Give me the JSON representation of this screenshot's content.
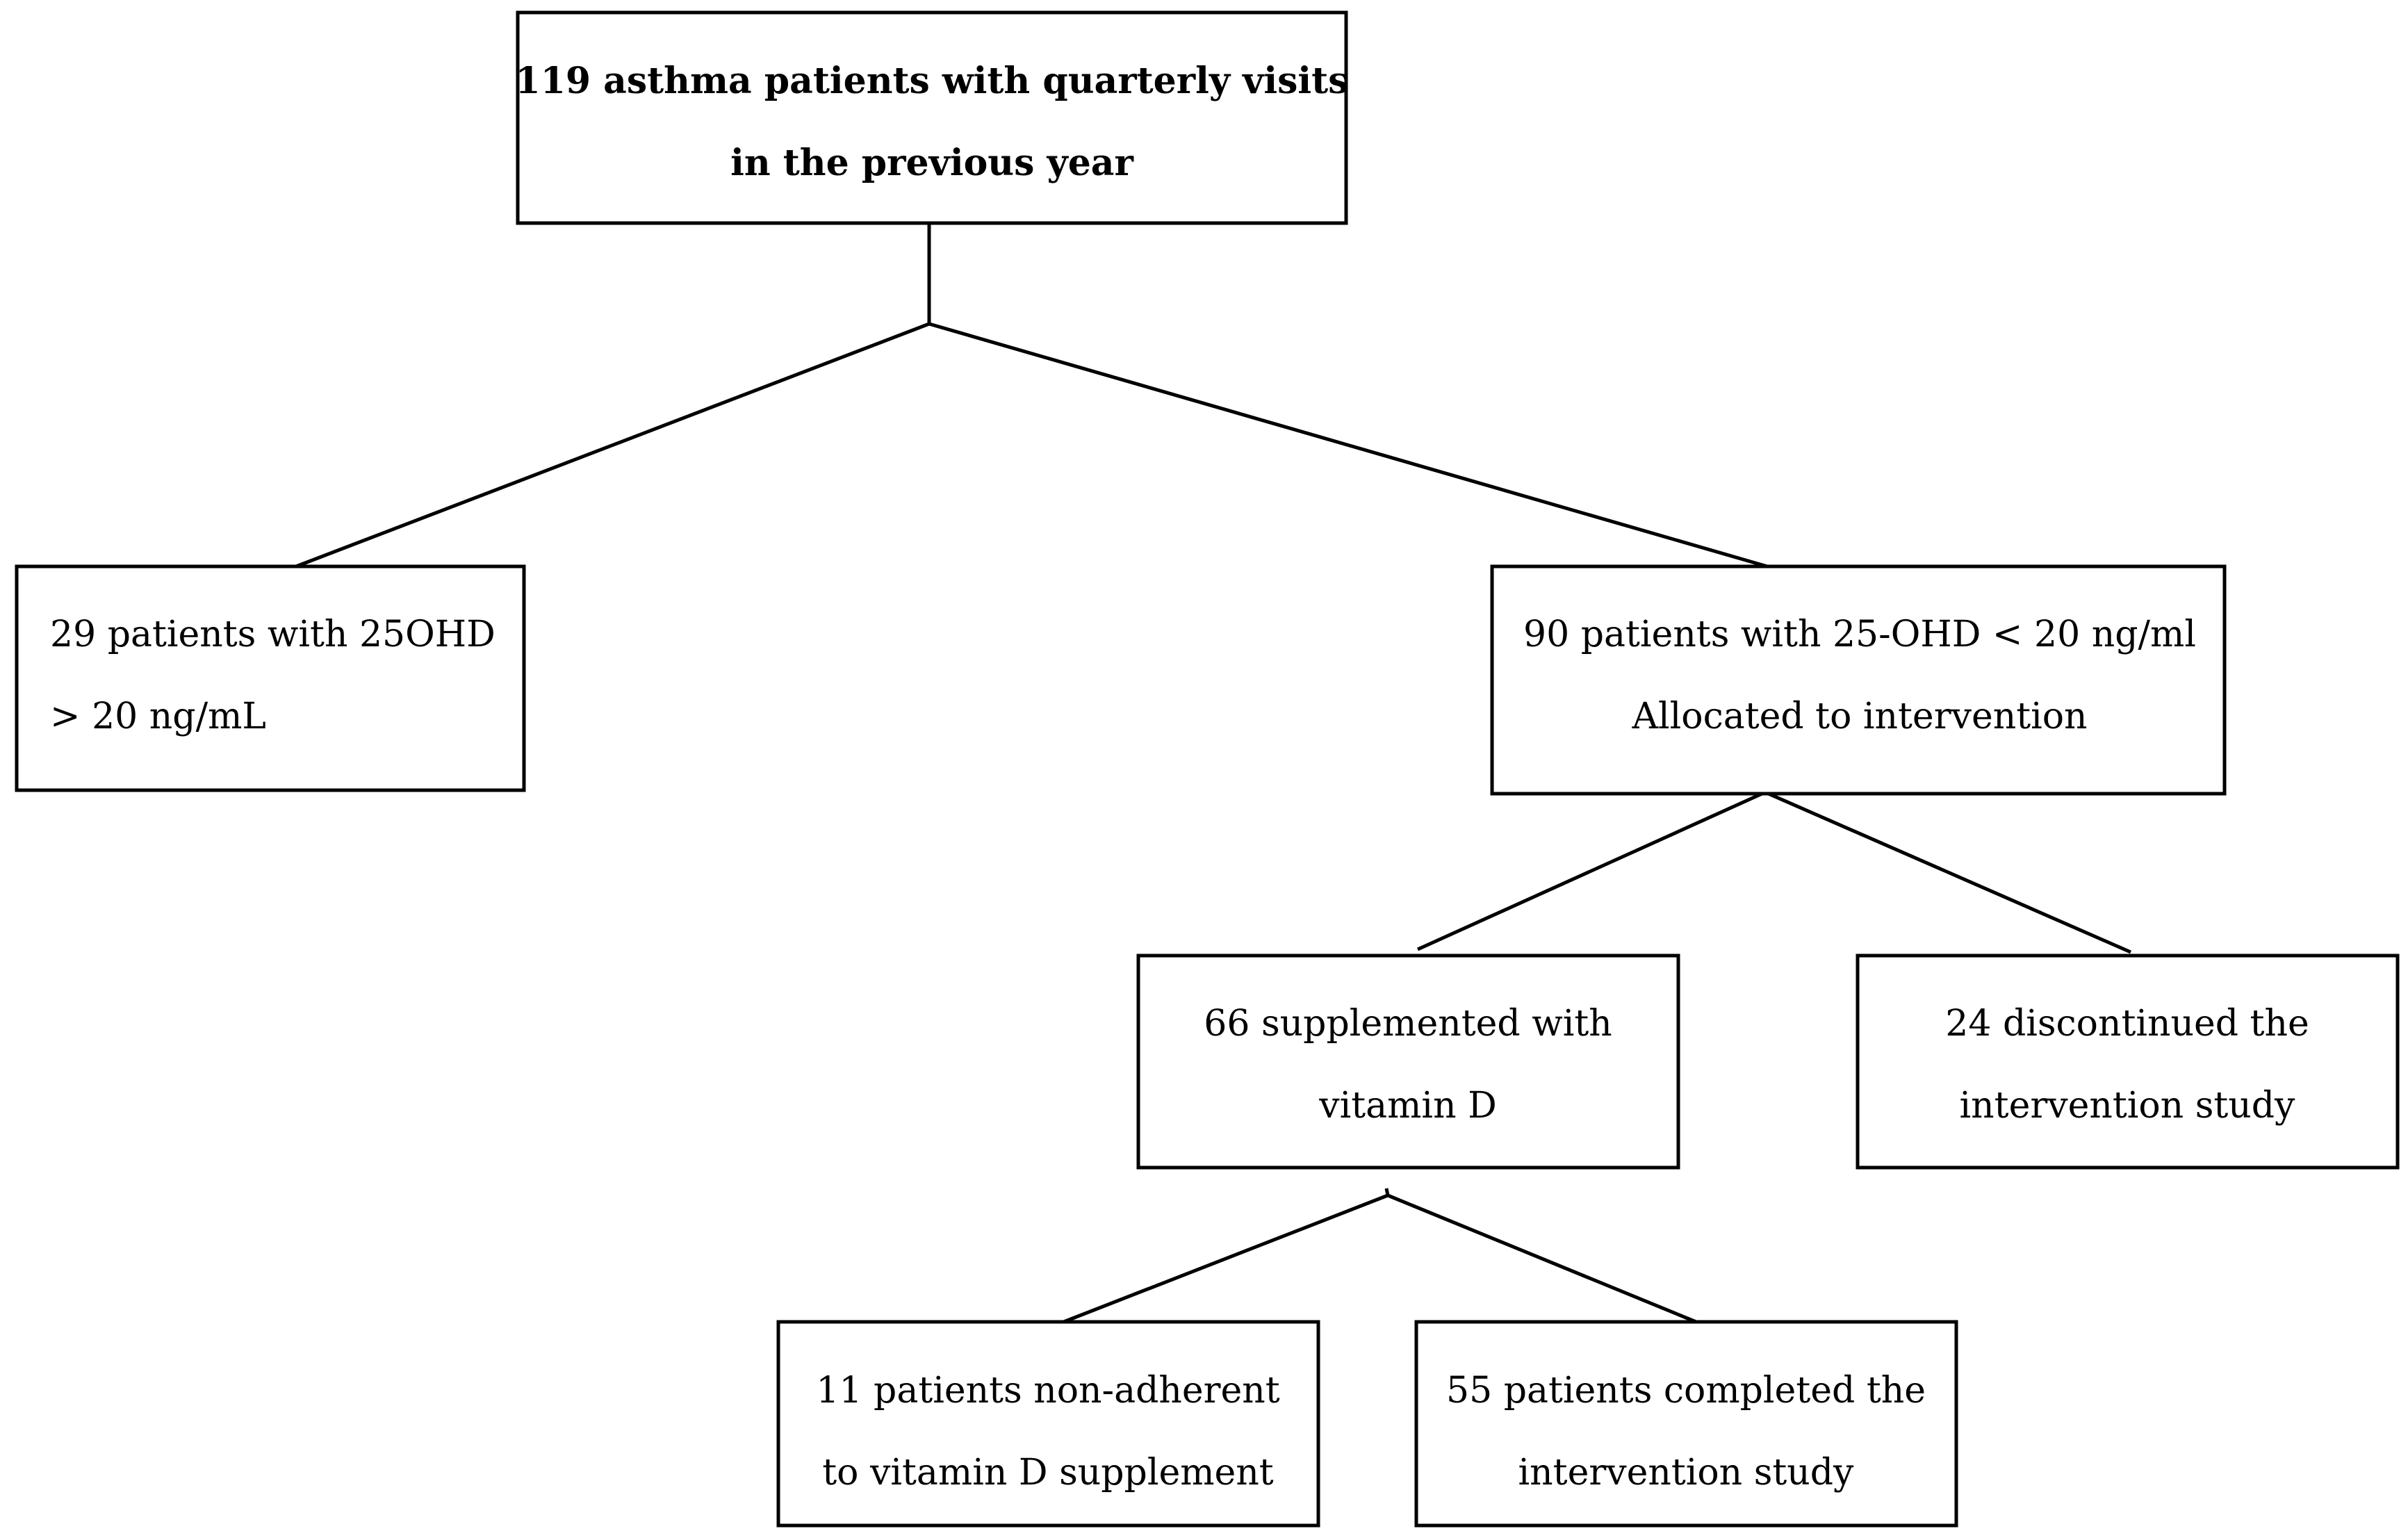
{
  "diagram": {
    "type": "flowchart",
    "line_color": "#000000",
    "box_border_color": "#000000",
    "background_color": "#ffffff",
    "nodes": [
      {
        "id": "total",
        "lines": [
          "119 asthma patients with quarterly visits",
          "in the previous year"
        ],
        "bold": true
      },
      {
        "id": "sufficient",
        "lines": [
          "29 patients with 25OHD",
          "> 20 ng/mL"
        ]
      },
      {
        "id": "deficient",
        "lines": [
          "90 patients with 25-OHD < 20 ng/ml",
          "Allocated to intervention"
        ]
      },
      {
        "id": "supplemented",
        "lines": [
          "66 supplemented with",
          "vitamin D"
        ]
      },
      {
        "id": "discontinued",
        "lines": [
          "24 discontinued the",
          "intervention study"
        ]
      },
      {
        "id": "non_adherent",
        "lines": [
          "11 patients non-adherent",
          "to vitamin D supplement"
        ]
      },
      {
        "id": "completed",
        "lines": [
          "55 patients completed the",
          "intervention study"
        ]
      }
    ],
    "edges": [
      {
        "from": "total",
        "to": "sufficient"
      },
      {
        "from": "total",
        "to": "deficient"
      },
      {
        "from": "deficient",
        "to": "supplemented"
      },
      {
        "from": "deficient",
        "to": "discontinued"
      },
      {
        "from": "supplemented",
        "to": "non_adherent"
      },
      {
        "from": "supplemented",
        "to": "completed"
      }
    ]
  }
}
